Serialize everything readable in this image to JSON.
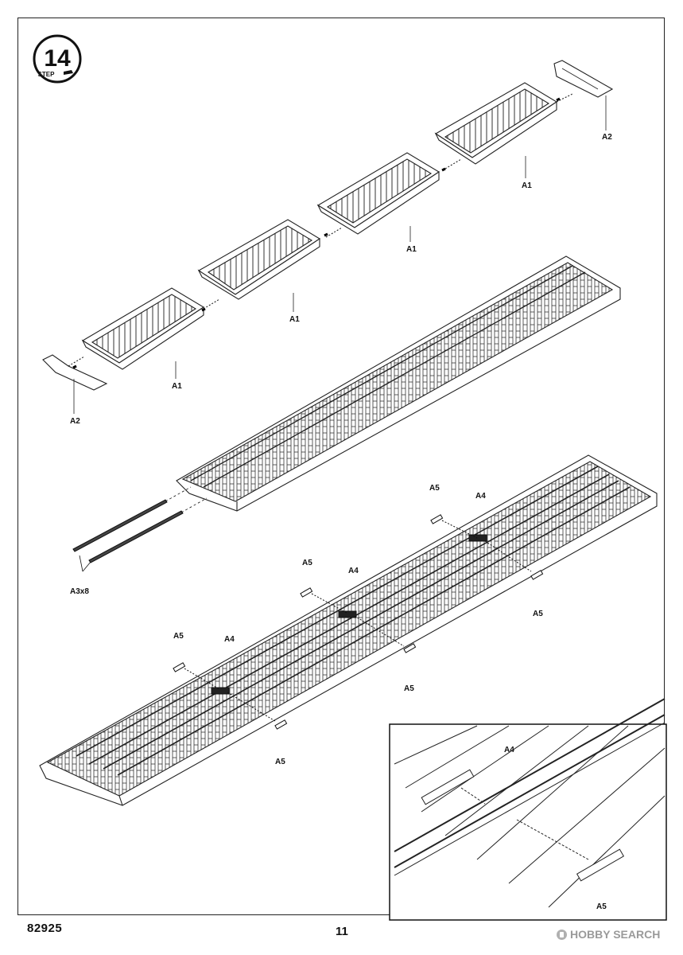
{
  "step": {
    "number": "14",
    "word": "STEP"
  },
  "callouts": {
    "a2_top": "A2",
    "a1_1": "A1",
    "a1_2": "A1",
    "a1_3": "A1",
    "a1_4": "A1",
    "a2_left": "A2",
    "a3x8": "A3x8",
    "a5_1": "A5",
    "a4_1": "A4",
    "a5_2": "A5",
    "a5_3": "A5",
    "a4_2": "A4",
    "a5_4": "A5",
    "a5_5": "A5",
    "a4_3": "A4",
    "a5_6": "A5",
    "inset_a4": "A4",
    "inset_a5": "A5"
  },
  "footer": {
    "product_code": "82925",
    "page_number": "11"
  },
  "watermark": {
    "text": "HOBBY SEARCH",
    "icon": "hobby-search-logo-icon"
  }
}
